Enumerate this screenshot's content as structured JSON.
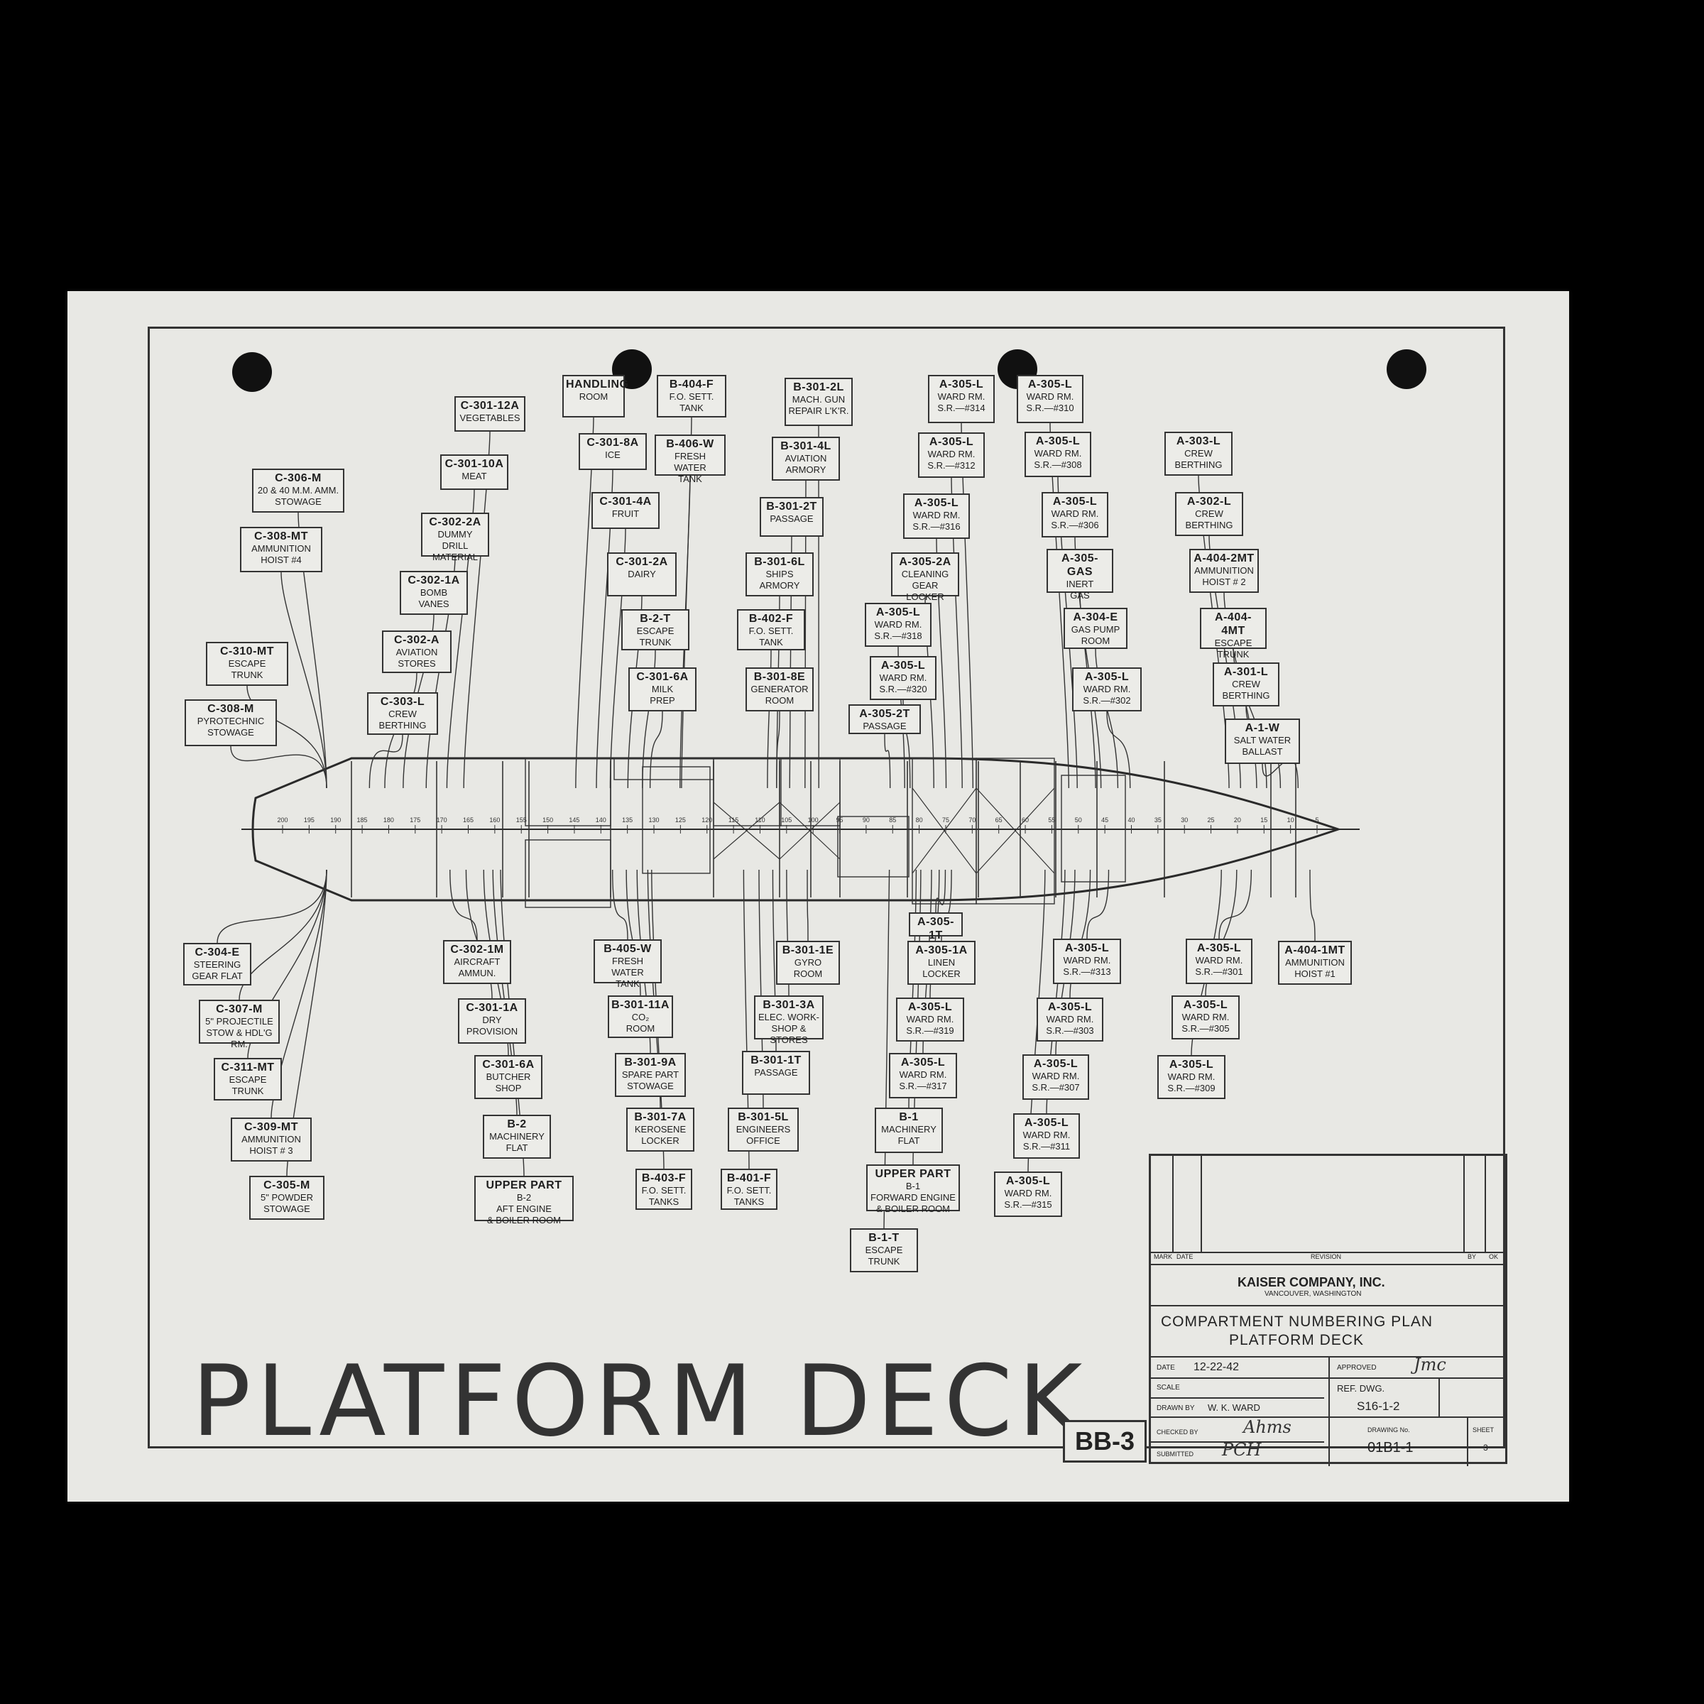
{
  "drawing": {
    "big_title": "PLATFORM DECK",
    "hull_number": "BB-3"
  },
  "labels_top": [
    {
      "code": "HANDLING",
      "desc": "ROOM"
    },
    {
      "code": "B-404-F",
      "desc": "F.O. SETT.\nTANK"
    },
    {
      "code": "B-301-2L",
      "desc": "MACH. GUN\nREPAIR L'K'R."
    },
    {
      "code": "A-305-L",
      "desc": "WARD RM.\nS.R.—#314"
    },
    {
      "code": "A-305-L",
      "desc": "WARD RM.\nS.R.—#310"
    },
    {
      "code": "C-301-12A",
      "desc": "VEGETABLES"
    },
    {
      "code": "C-301-8A",
      "desc": "ICE"
    },
    {
      "code": "B-406-W",
      "desc": "FRESH WATER\nTANK"
    },
    {
      "code": "B-301-4L",
      "desc": "AVIATION\nARMORY"
    },
    {
      "code": "A-305-L",
      "desc": "WARD RM.\nS.R.—#312"
    },
    {
      "code": "A-305-L",
      "desc": "WARD RM.\nS.R.—#308"
    },
    {
      "code": "A-303-L",
      "desc": "CREW\nBERTHING"
    },
    {
      "code": "C-306-M",
      "desc": "20 & 40 M.M. AMM.\nSTOWAGE"
    },
    {
      "code": "C-301-10A",
      "desc": "MEAT"
    },
    {
      "code": "C-301-4A",
      "desc": "FRUIT"
    },
    {
      "code": "B-301-2T",
      "desc": "PASSAGE"
    },
    {
      "code": "A-305-L",
      "desc": "WARD RM.\nS.R.—#316"
    },
    {
      "code": "A-305-L",
      "desc": "WARD RM.\nS.R.—#306"
    },
    {
      "code": "A-302-L",
      "desc": "CREW\nBERTHING"
    },
    {
      "code": "C-308-MT",
      "desc": "AMMUNITION\nHOIST #4"
    },
    {
      "code": "C-302-2A",
      "desc": "DUMMY DRILL\nMATERIAL"
    },
    {
      "code": "C-301-2A",
      "desc": "DAIRY"
    },
    {
      "code": "B-301-6L",
      "desc": "SHIPS\nARMORY"
    },
    {
      "code": "A-305-2A",
      "desc": "CLEANING GEAR\nLOCKER"
    },
    {
      "code": "A-305-GAS",
      "desc": "INERT\nGAS"
    },
    {
      "code": "A-404-2MT",
      "desc": "AMMUNITION\nHOIST # 2"
    },
    {
      "code": "C-302-1A",
      "desc": "BOMB\nVANES"
    },
    {
      "code": "B-2-T",
      "desc": "ESCAPE\nTRUNK"
    },
    {
      "code": "B-402-F",
      "desc": "F.O. SETT.\nTANK"
    },
    {
      "code": "A-305-L",
      "desc": "WARD RM.\nS.R.—#318"
    },
    {
      "code": "A-304-E",
      "desc": "GAS PUMP\nROOM"
    },
    {
      "code": "A-404-4MT",
      "desc": "ESCAPE\nTRUNK"
    },
    {
      "code": "C-310-MT",
      "desc": "ESCAPE\nTRUNK"
    },
    {
      "code": "C-302-A",
      "desc": "AVIATION\nSTORES"
    },
    {
      "code": "C-301-6A",
      "desc": "MILK\nPREP"
    },
    {
      "code": "B-301-8E",
      "desc": "GENERATOR\nROOM"
    },
    {
      "code": "A-305-L",
      "desc": "WARD RM.\nS.R.—#320"
    },
    {
      "code": "A-305-L",
      "desc": "WARD RM.\nS.R.—#302"
    },
    {
      "code": "A-301-L",
      "desc": "CREW\nBERTHING"
    },
    {
      "code": "C-308-M",
      "desc": "PYROTECHNIC\nSTOWAGE"
    },
    {
      "code": "C-303-L",
      "desc": "CREW\nBERTHING"
    },
    {
      "code": "A-305-2T",
      "desc": "PASSAGE"
    },
    {
      "code": "A-1-W",
      "desc": "SALT WATER\nBALLAST"
    }
  ],
  "labels_bottom": [
    {
      "code": "A-305-1T",
      "desc": "PASSAGE"
    },
    {
      "code": "C-304-E",
      "desc": "STEERING\nGEAR FLAT"
    },
    {
      "code": "C-302-1M",
      "desc": "AIRCRAFT\nAMMUN."
    },
    {
      "code": "B-405-W",
      "desc": "FRESH WATER\nTANK"
    },
    {
      "code": "B-301-1E",
      "desc": "GYRO\nROOM"
    },
    {
      "code": "A-305-1A",
      "desc": "LINEN\nLOCKER"
    },
    {
      "code": "A-305-L",
      "desc": "WARD RM.\nS.R.—#313"
    },
    {
      "code": "A-305-L",
      "desc": "WARD RM.\nS.R.—#301"
    },
    {
      "code": "A-404-1MT",
      "desc": "AMMUNITION\nHOIST #1"
    },
    {
      "code": "C-307-M",
      "desc": "5\" PROJECTILE\nSTOW & HDL'G RM."
    },
    {
      "code": "C-301-1A",
      "desc": "DRY\nPROVISION"
    },
    {
      "code": "B-301-11A",
      "desc": "CO₂\nROOM"
    },
    {
      "code": "B-301-3A",
      "desc": "ELEC. WORK-\nSHOP & STORES"
    },
    {
      "code": "A-305-L",
      "desc": "WARD RM.\nS.R.—#319"
    },
    {
      "code": "A-305-L",
      "desc": "WARD RM.\nS.R.—#303"
    },
    {
      "code": "A-305-L",
      "desc": "WARD RM.\nS.R.—#305"
    },
    {
      "code": "C-311-MT",
      "desc": "ESCAPE\nTRUNK"
    },
    {
      "code": "C-301-6A",
      "desc": "BUTCHER\nSHOP"
    },
    {
      "code": "B-301-9A",
      "desc": "SPARE PART\nSTOWAGE"
    },
    {
      "code": "B-301-1T",
      "desc": "PASSAGE"
    },
    {
      "code": "A-305-L",
      "desc": "WARD RM.\nS.R.—#317"
    },
    {
      "code": "A-305-L",
      "desc": "WARD RM.\nS.R.—#307"
    },
    {
      "code": "A-305-L",
      "desc": "WARD RM.\nS.R.—#309"
    },
    {
      "code": "C-309-MT",
      "desc": "AMMUNITION\nHOIST # 3"
    },
    {
      "code": "B-2",
      "desc": "MACHINERY\nFLAT"
    },
    {
      "code": "B-301-7A",
      "desc": "KEROSENE\nLOCKER"
    },
    {
      "code": "B-301-5L",
      "desc": "ENGINEERS\nOFFICE"
    },
    {
      "code": "B-1",
      "desc": "MACHINERY\nFLAT"
    },
    {
      "code": "A-305-L",
      "desc": "WARD RM.\nS.R.—#311"
    },
    {
      "code": "C-305-M",
      "desc": "5\" POWDER\nSTOWAGE"
    },
    {
      "code": "UPPER PART",
      "desc": "B-2\nAFT ENGINE\n& BOILER ROOM"
    },
    {
      "code": "B-403-F",
      "desc": "F.O. SETT.\nTANKS"
    },
    {
      "code": "B-401-F",
      "desc": "F.O. SETT.\nTANKS"
    },
    {
      "code": "UPPER PART",
      "desc": "B-1\nFORWARD ENGINE\n& BOILER ROOM"
    },
    {
      "code": "A-305-L",
      "desc": "WARD RM.\nS.R.—#315"
    },
    {
      "code": "B-1-T",
      "desc": "ESCAPE\nTRUNK"
    }
  ],
  "frame_scale": [
    "200",
    "195",
    "190",
    "185",
    "180",
    "175",
    "170",
    "165",
    "160",
    "155",
    "150",
    "145",
    "140",
    "135",
    "130",
    "125",
    "120",
    "115",
    "110",
    "105",
    "100",
    "95",
    "90",
    "85",
    "80",
    "75",
    "70",
    "65",
    "60",
    "55",
    "50",
    "45",
    "40",
    "35",
    "30",
    "25",
    "20",
    "15",
    "10",
    "5"
  ],
  "title_block": {
    "revision_headers": {
      "mark": "MARK",
      "date": "DATE",
      "revision": "REVISION",
      "by": "BY",
      "ok": "OK"
    },
    "company": "KAISER COMPANY, INC.",
    "location": "VANCOUVER, WASHINGTON",
    "title_line1": "COMPARTMENT  NUMBERING  PLAN",
    "title_line2": "PLATFORM  DECK",
    "date_label": "DATE",
    "date_value": "12-22-42",
    "approved_label": "APPROVED",
    "approved_sig": "Jmc",
    "scale_label": "SCALE",
    "ref_label": "REF. DWG.",
    "ref_value": "S16-1-2",
    "drawn_label": "DRAWN BY",
    "drawn_value": "W. K. WARD",
    "checked_label": "CHECKED BY",
    "checked_sig": "Ahms",
    "submitted_label": "SUBMITTED",
    "submitted_value": "PCH",
    "drawing_no_label": "DRAWING No.",
    "drawing_no_value": "01B1-1",
    "sheet_label": "SHEET",
    "sheet_value": "3"
  }
}
